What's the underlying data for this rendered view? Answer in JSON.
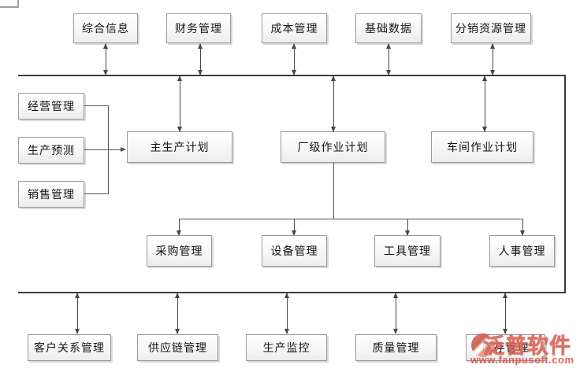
{
  "nodes": {
    "top": [
      "综合信息",
      "财务管理",
      "成本管理",
      "基础数据",
      "分销资源管理"
    ],
    "left": [
      "经营管理",
      "生产预测",
      "销售管理"
    ],
    "plan": [
      "主生产计划",
      "厂级作业计划",
      "车间作业计划"
    ],
    "resource": [
      "采购管理",
      "设备管理",
      "工具管理",
      "人事管理"
    ],
    "bottom": [
      "客户关系管理",
      "供应链管理",
      "生产监控",
      "质量管理",
      "库存管理"
    ]
  },
  "watermark": {
    "brand": "泛普软件",
    "url": "www.fanpusoft.com"
  },
  "colors": {
    "frame_line": "#3c3c3c",
    "connector": "#545454",
    "box_border": "#9a9a9a",
    "watermark_pink": "#ee8576",
    "watermark_red": "#dd4f44"
  }
}
